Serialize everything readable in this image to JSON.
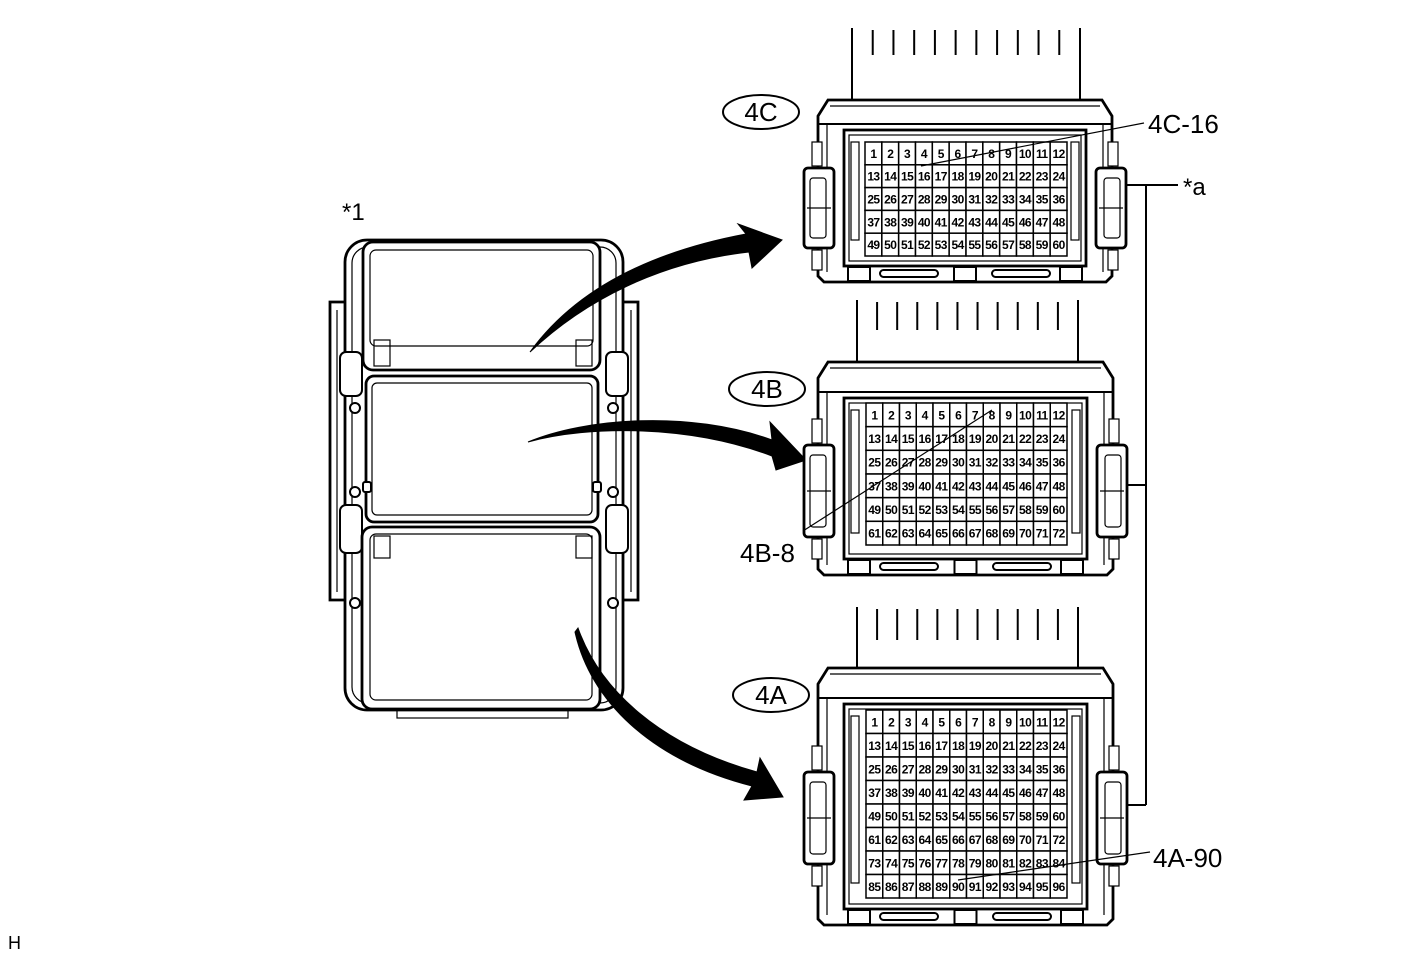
{
  "figure_code": "H",
  "junction_block": {
    "label": "*1"
  },
  "bracket_label": "*a",
  "connectors": [
    {
      "id": "4C",
      "callout": "4C-16",
      "pins": [
        [
          1,
          2,
          3,
          4,
          5,
          6,
          7,
          8,
          9,
          10,
          11,
          12
        ],
        [
          13,
          14,
          15,
          16,
          17,
          18,
          19,
          20,
          21,
          22,
          23,
          24
        ],
        [
          25,
          26,
          27,
          28,
          29,
          30,
          31,
          32,
          33,
          34,
          35,
          36
        ],
        [
          37,
          38,
          39,
          40,
          41,
          42,
          43,
          44,
          45,
          46,
          47,
          48
        ],
        [
          49,
          50,
          51,
          52,
          53,
          54,
          55,
          56,
          57,
          58,
          59,
          60
        ]
      ]
    },
    {
      "id": "4B",
      "callout": "4B-8",
      "pins": [
        [
          1,
          2,
          3,
          4,
          5,
          6,
          7,
          8,
          9,
          10,
          11,
          12
        ],
        [
          13,
          14,
          15,
          16,
          17,
          18,
          19,
          20,
          21,
          22,
          23,
          24
        ],
        [
          25,
          26,
          27,
          28,
          29,
          30,
          31,
          32,
          33,
          34,
          35,
          36
        ],
        [
          37,
          38,
          39,
          40,
          41,
          42,
          43,
          44,
          45,
          46,
          47,
          48
        ],
        [
          49,
          50,
          51,
          52,
          53,
          54,
          55,
          56,
          57,
          58,
          59,
          60
        ],
        [
          61,
          62,
          63,
          64,
          65,
          66,
          67,
          68,
          69,
          70,
          71,
          72
        ]
      ]
    },
    {
      "id": "4A",
      "callout": "4A-90",
      "pins": [
        [
          1,
          2,
          3,
          4,
          5,
          6,
          7,
          8,
          9,
          10,
          11,
          12
        ],
        [
          13,
          14,
          15,
          16,
          17,
          18,
          19,
          20,
          21,
          22,
          23,
          24
        ],
        [
          25,
          26,
          27,
          28,
          29,
          30,
          31,
          32,
          33,
          34,
          35,
          36
        ],
        [
          37,
          38,
          39,
          40,
          41,
          42,
          43,
          44,
          45,
          46,
          47,
          48
        ],
        [
          49,
          50,
          51,
          52,
          53,
          54,
          55,
          56,
          57,
          58,
          59,
          60
        ],
        [
          61,
          62,
          63,
          64,
          65,
          66,
          67,
          68,
          69,
          70,
          71,
          72
        ],
        [
          73,
          74,
          75,
          76,
          77,
          78,
          79,
          80,
          81,
          82,
          83,
          84
        ],
        [
          85,
          86,
          87,
          88,
          89,
          90,
          91,
          92,
          93,
          94,
          95,
          96
        ]
      ]
    }
  ]
}
